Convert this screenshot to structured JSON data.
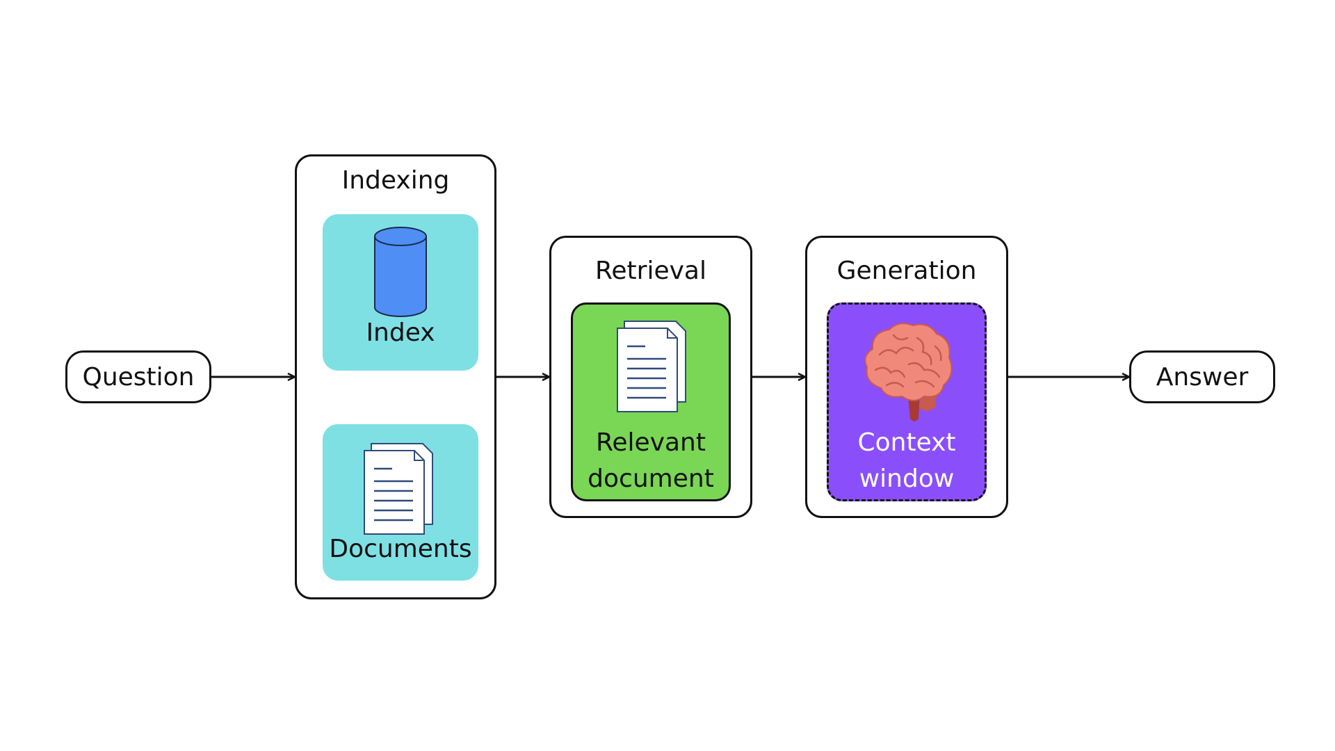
{
  "question": {
    "label": "Question"
  },
  "answer": {
    "label": "Answer"
  },
  "indexing": {
    "title": "Indexing",
    "index_label": "Index",
    "documents_label": "Documents",
    "tile_color": "#7fe0e4",
    "cylinder_color": "#4f8ef5"
  },
  "retrieval": {
    "title": "Retrieval",
    "doc_line1": "Relevant",
    "doc_line2": "document",
    "tile_color": "#7ad655"
  },
  "generation": {
    "title": "Generation",
    "ctx_line1": "Context",
    "ctx_line2": "window",
    "tile_color": "#8a4ffb",
    "brain_color": "#f0897a"
  },
  "icons": [
    "database-icon",
    "documents-icon",
    "brain-icon"
  ]
}
